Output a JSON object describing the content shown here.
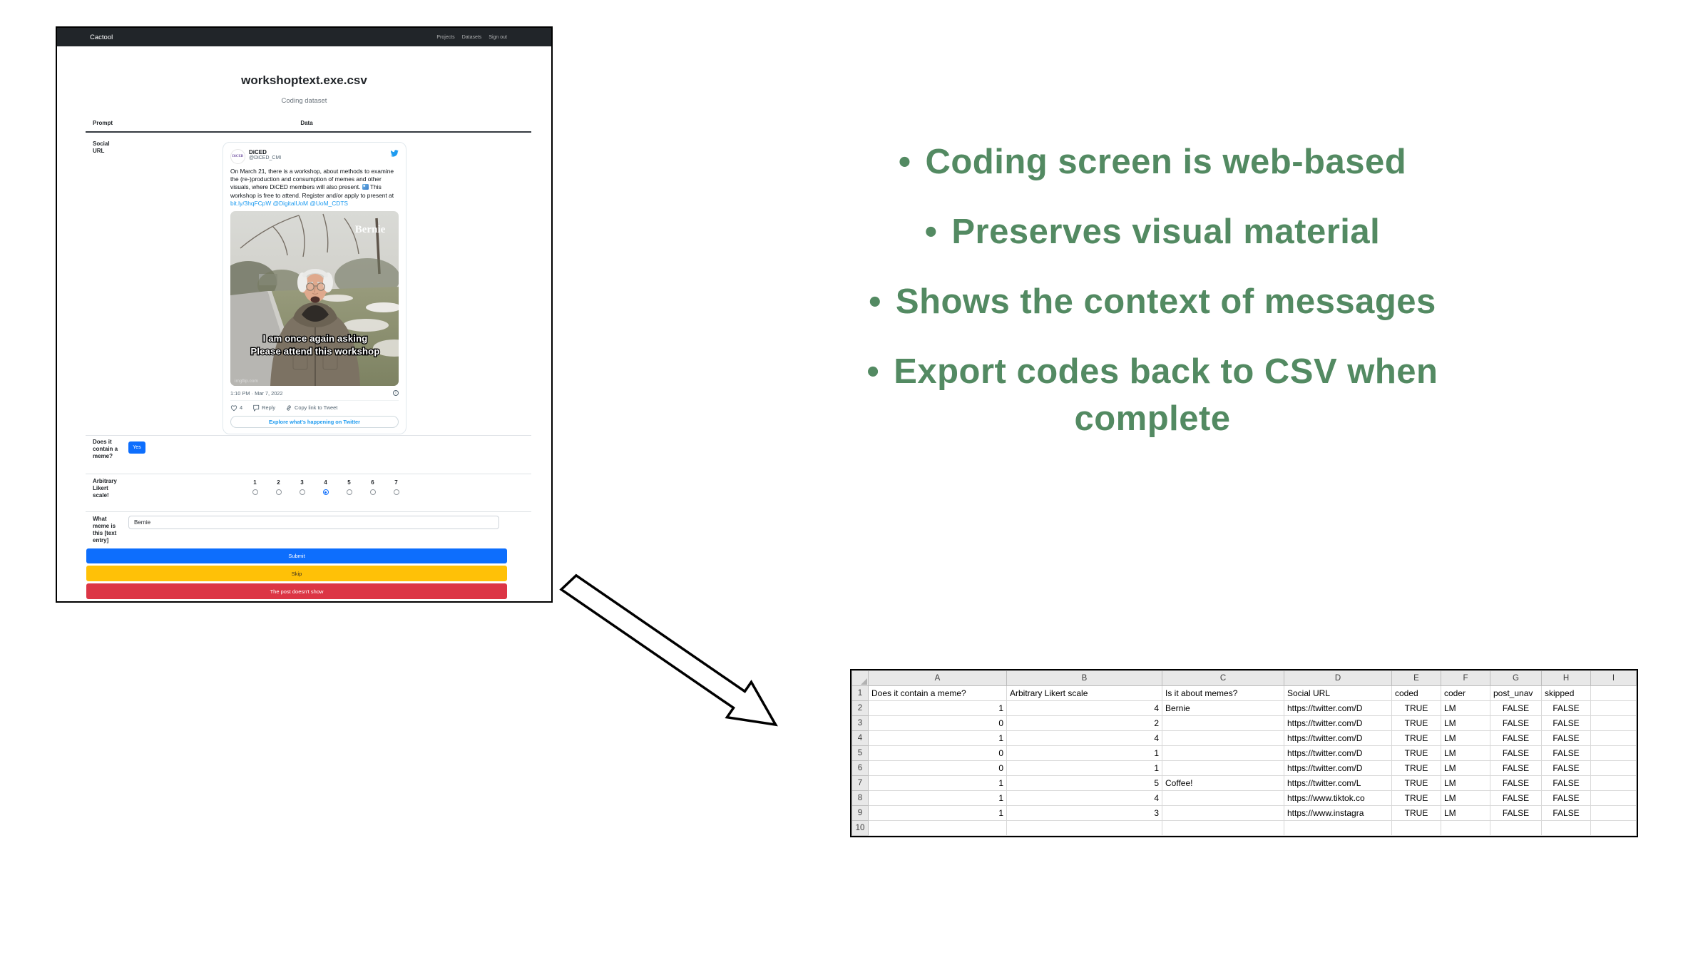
{
  "colors": {
    "accent_green": "#538A62",
    "navbar_dark": "#212529",
    "twitter_blue": "#1D9BF0",
    "primary_blue": "#0D6EFD",
    "warning_yellow": "#FFC107",
    "danger_red": "#DC3545"
  },
  "bullets": [
    "Coding screen is web-based",
    "Preserves visual material",
    "Shows the context of messages",
    "Export codes back to CSV when complete"
  ],
  "app": {
    "navbar": {
      "brand": "Cactool",
      "links": [
        "Projects",
        "Datasets",
        "Sign out"
      ]
    },
    "title": "workshoptext.exe.csv",
    "subtitle": "Coding dataset",
    "columns": {
      "prompt": "Prompt",
      "data": "Data"
    },
    "prompt_label": "Social URL",
    "tweet": {
      "avatar_text": "DiCED",
      "name": "DiCED",
      "handle": "@DiCED_CMI",
      "body_segments": [
        {
          "type": "text",
          "value": "On March 21, there is a workshop, about methods to examine the (re-)production and consumption of memes and other visuals, where DiCED members will also present. "
        },
        {
          "type": "emoji",
          "value": "framed-picture"
        },
        {
          "type": "text",
          "value": "  This workshop is free to attend.  Register and/or apply to present at "
        },
        {
          "type": "link",
          "value": "bit.ly/3hqFCpW"
        },
        {
          "type": "text",
          "value": " "
        },
        {
          "type": "link",
          "value": "@DigitalUoM"
        },
        {
          "type": "text",
          "value": " "
        },
        {
          "type": "link",
          "value": "@UoM_CDTS"
        }
      ],
      "meme": {
        "watermark": "Bernie",
        "line1": "I am once again asking",
        "line2": "Please attend this workshop",
        "credit": "imgflip.com"
      },
      "timestamp": "1:10 PM · Mar 7, 2022",
      "like_count": "4",
      "reply_label": "Reply",
      "copy_link_label": "Copy link to Tweet",
      "explore_label": "Explore what's happening on Twitter"
    },
    "form": {
      "q1_label": "Does it contain a meme?",
      "q1_answer": "Yes",
      "q2_label": "Arbitrary Likert scale!",
      "likert_options": [
        "1",
        "2",
        "3",
        "4",
        "5",
        "6",
        "7"
      ],
      "likert_selected": "4",
      "q3_label": "What meme is this [text entry]",
      "q3_value": "Bernie"
    },
    "actions": {
      "submit": "Submit",
      "skip": "Skip",
      "no_show": "The post doesn't show"
    }
  },
  "spreadsheet": {
    "column_letters": [
      "A",
      "B",
      "C",
      "D",
      "E",
      "F",
      "G",
      "H",
      "I"
    ],
    "row_numbers": [
      "1",
      "2",
      "3",
      "4",
      "5",
      "6",
      "7",
      "8",
      "9",
      "10"
    ],
    "csv_headers": [
      "Does it contain a meme?",
      "Arbitrary Likert scale",
      "Is it about memes?",
      "Social URL",
      "coded",
      "coder",
      "post_unav",
      "skipped",
      ""
    ],
    "rows": [
      [
        "1",
        "4",
        "Bernie",
        "https://twitter.com/D",
        "TRUE",
        "LM",
        "FALSE",
        "FALSE",
        ""
      ],
      [
        "0",
        "2",
        "",
        "https://twitter.com/D",
        "TRUE",
        "LM",
        "FALSE",
        "FALSE",
        ""
      ],
      [
        "1",
        "4",
        "",
        "https://twitter.com/D",
        "TRUE",
        "LM",
        "FALSE",
        "FALSE",
        ""
      ],
      [
        "0",
        "1",
        "",
        "https://twitter.com/D",
        "TRUE",
        "LM",
        "FALSE",
        "FALSE",
        ""
      ],
      [
        "0",
        "1",
        "",
        "https://twitter.com/D",
        "TRUE",
        "LM",
        "FALSE",
        "FALSE",
        ""
      ],
      [
        "1",
        "5",
        "Coffee!",
        "https://twitter.com/L",
        "TRUE",
        "LM",
        "FALSE",
        "FALSE",
        ""
      ],
      [
        "1",
        "4",
        "",
        "https://www.tiktok.co",
        "TRUE",
        "LM",
        "FALSE",
        "FALSE",
        ""
      ],
      [
        "1",
        "3",
        "",
        "https://www.instagra",
        "TRUE",
        "LM",
        "FALSE",
        "FALSE",
        ""
      ]
    ]
  }
}
